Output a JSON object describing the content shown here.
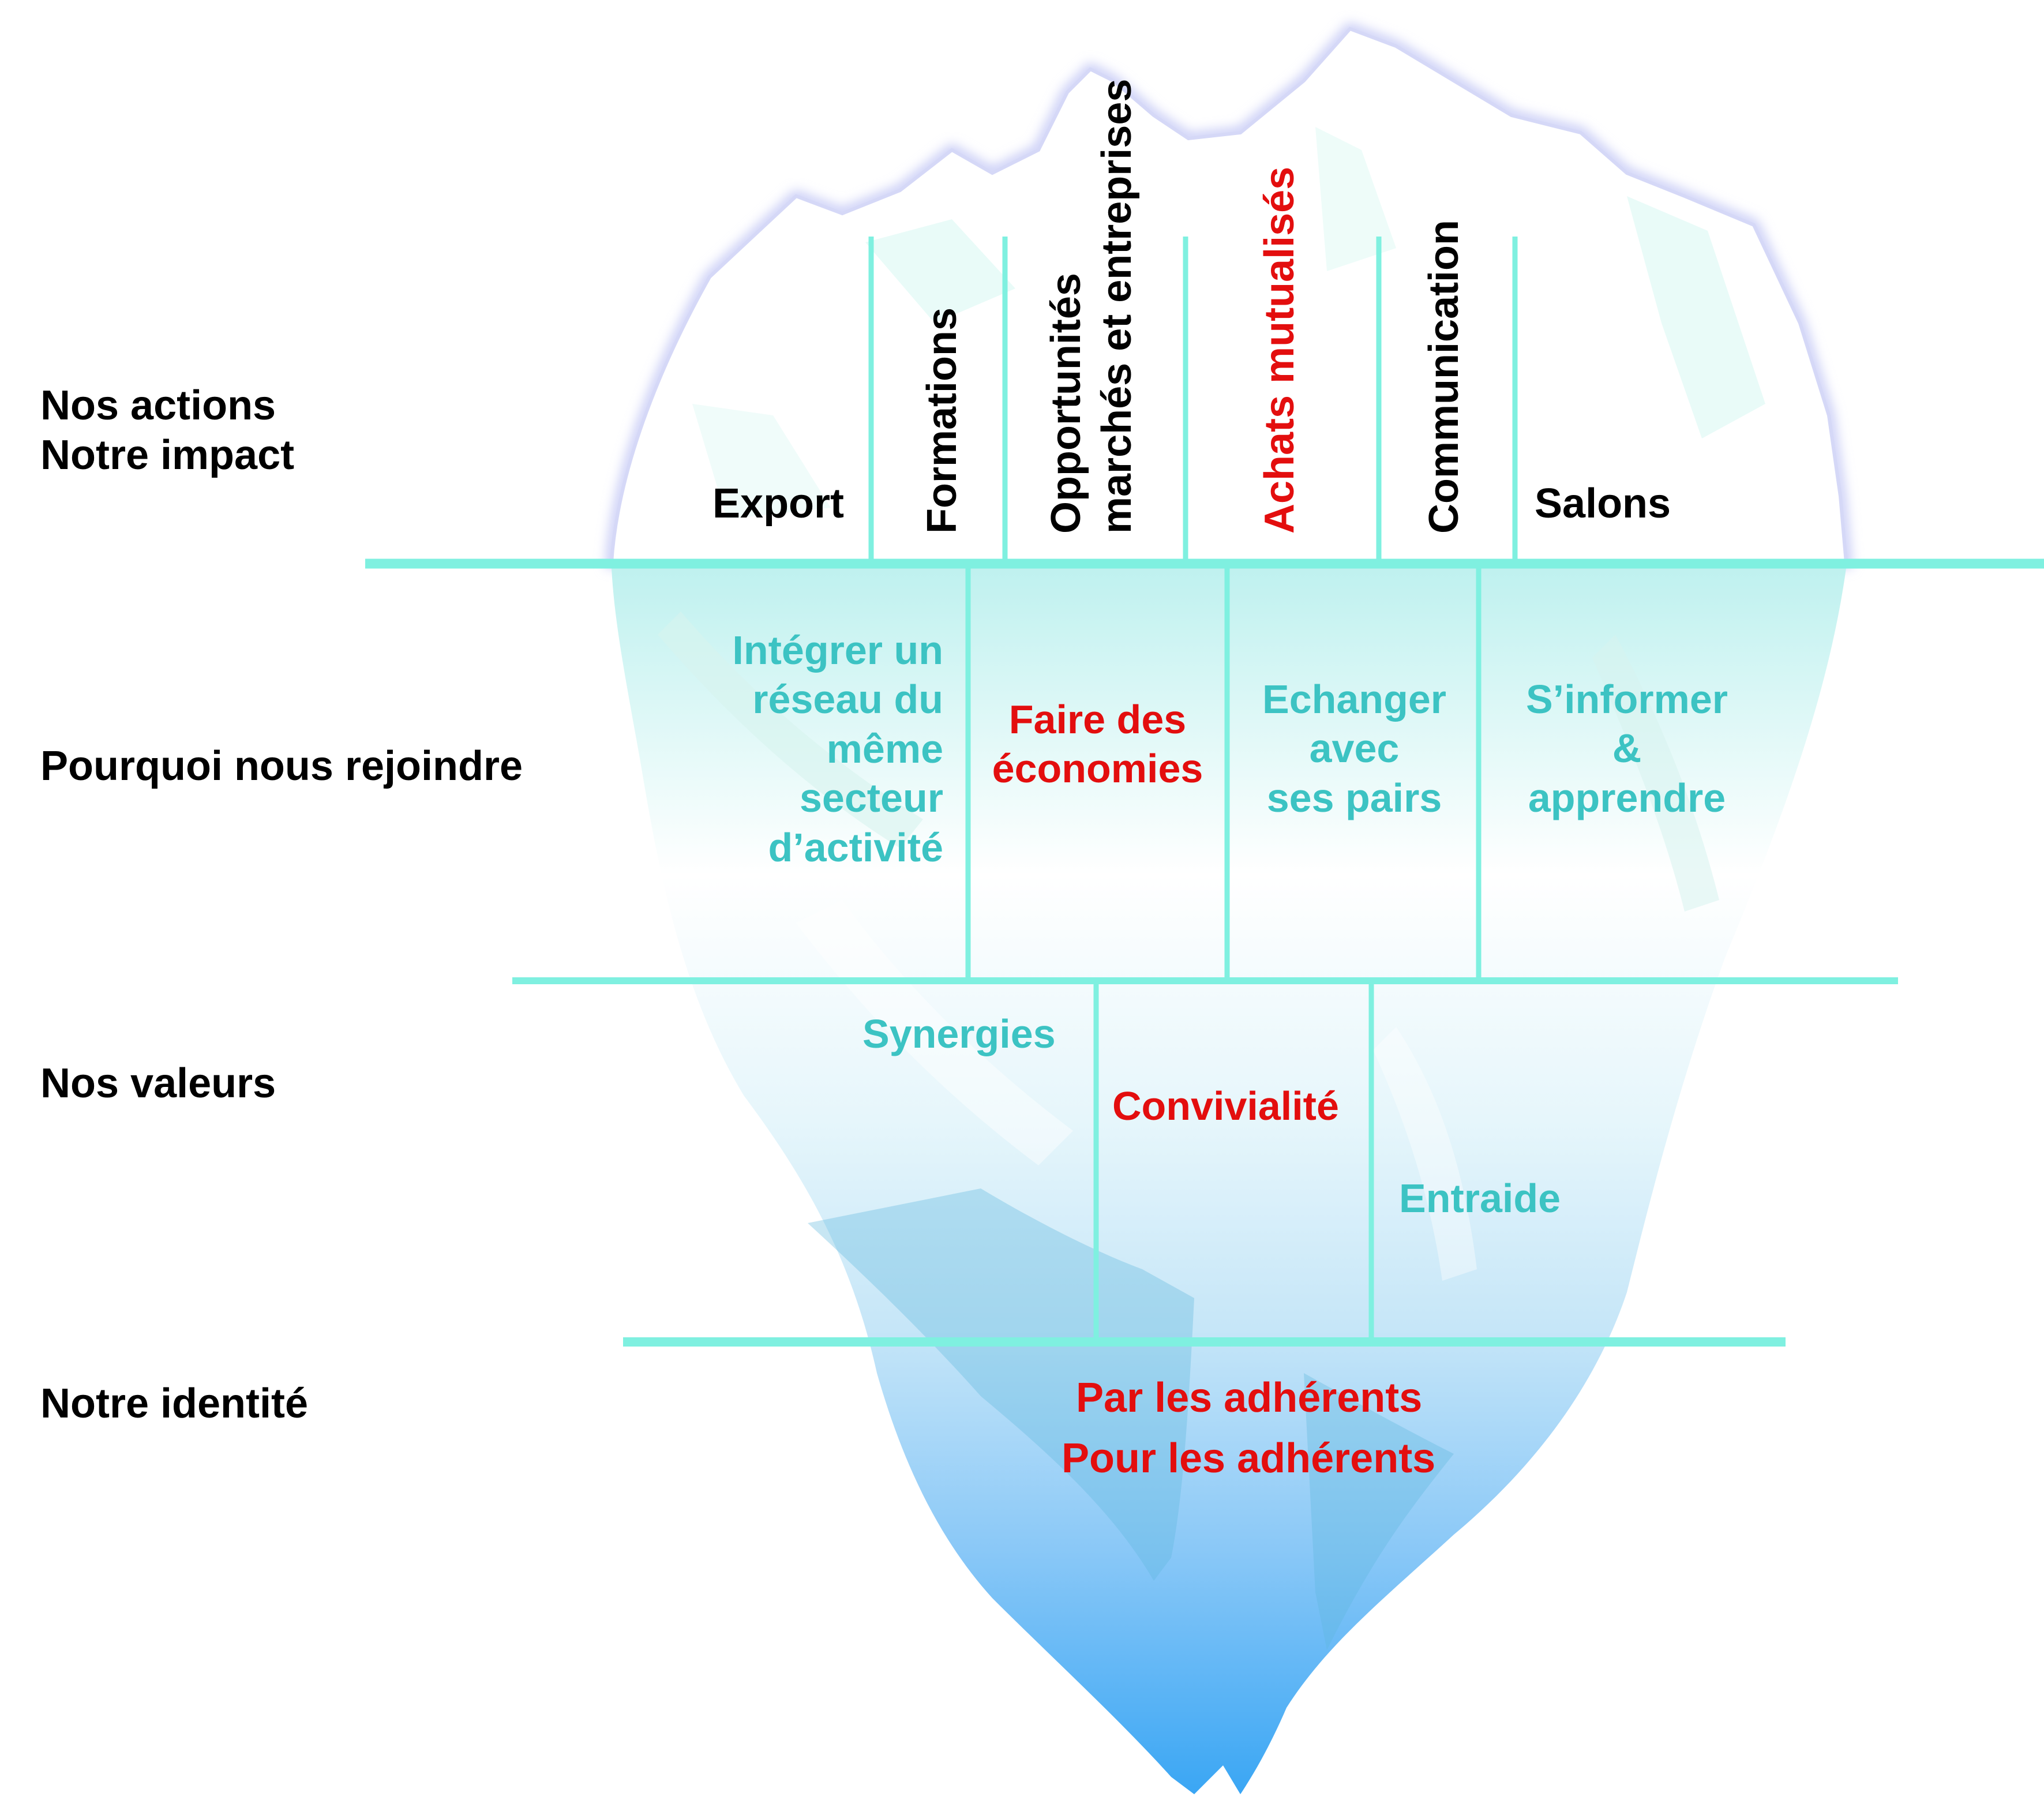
{
  "levels": {
    "actions": "Nos actions\nNotre impact",
    "why": "Pourquoi nous rejoindre",
    "values": "Nos valeurs",
    "identity": "Notre identité"
  },
  "actions": {
    "export": "Export",
    "formations": "Formations",
    "opportunites": "Opportunités\nmarchés et entreprises",
    "achats": "Achats mutualisés",
    "communication": "Communication",
    "salons": "Salons"
  },
  "why": {
    "reseau": "Intégrer un\nréseau du\nmême\nsecteur\nd’activité",
    "economies": "Faire des\néconomies",
    "echanger": "Echanger\navec\nses pairs",
    "informer": "S’informer\n&\napprendre"
  },
  "values": {
    "synergies": "Synergies",
    "convivialite": "Convivialité",
    "entraide": "Entraide"
  },
  "identity": {
    "line1": "Par les adhérents",
    "line2": "Pour les adhérents"
  },
  "colors": {
    "teal_line": "#7ff0e0",
    "teal_text": "#3cc3c3",
    "red_text": "#e30e0e",
    "ice_deep": "#3aa6f4"
  }
}
